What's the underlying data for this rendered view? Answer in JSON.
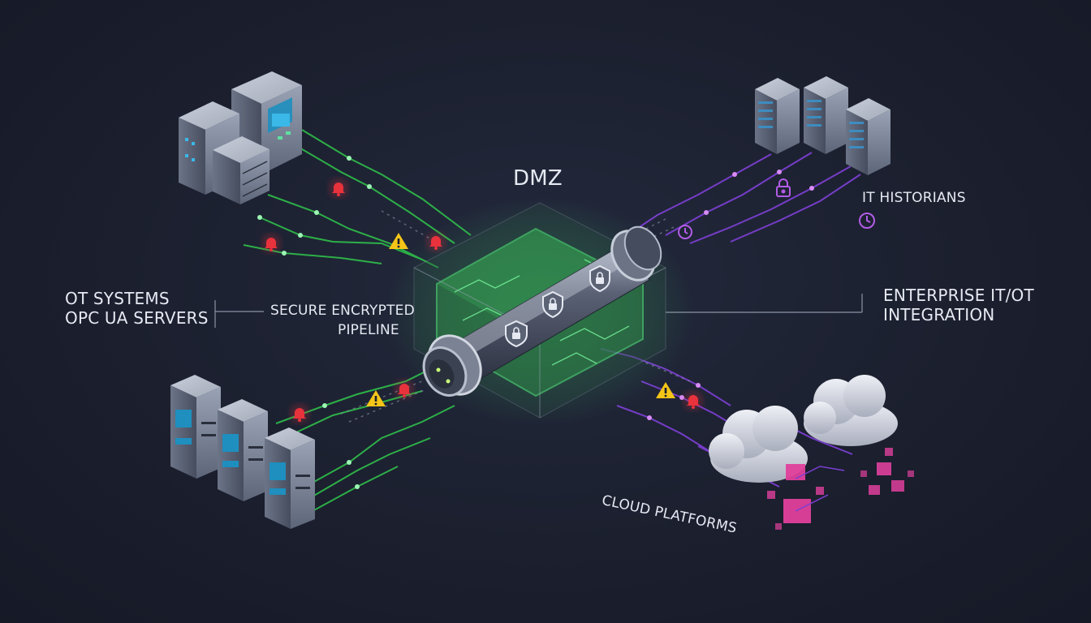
{
  "labels": {
    "dmz": "DMZ",
    "ot_line1": "OT SYSTEMS",
    "ot_line2": "OPC UA SERVERS",
    "pipeline_line1": "SECURE ENCRYPTED",
    "pipeline_line2": "PIPELINE",
    "enterprise_line1": "ENTERPRISE IT/OT",
    "enterprise_line2": "INTEGRATION",
    "historians": "IT HISTORIANS",
    "cloud": "CLOUD PLATFORMS"
  },
  "icons": {
    "alert_bell": "bell-icon",
    "warning": "warning-triangle-icon",
    "lock": "padlock-icon",
    "clock": "clock-icon",
    "shield": "shield-lock-icon"
  },
  "colors": {
    "background": "#1b1f2e",
    "ot_lines": "#2fbf4a",
    "it_lines": "#7b3fd1",
    "dmz_box": "#3ddc6a",
    "alert": "#e8323c",
    "warning": "#f5c518",
    "cloud_accent": "#e0409c",
    "text": "#e6e9f2"
  }
}
